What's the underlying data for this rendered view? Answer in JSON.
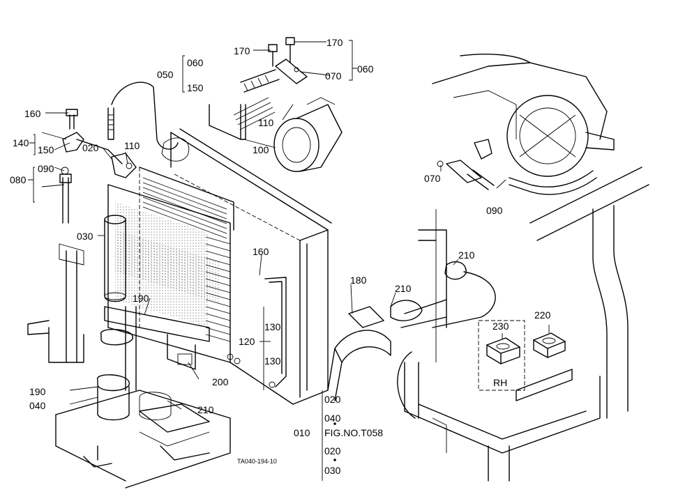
{
  "callouts": {
    "c170a": "170",
    "c170b": "170",
    "c060top": "060",
    "c050": "050",
    "c060b": "060",
    "c150a": "150",
    "c070a": "070",
    "c110a": "110",
    "c100": "100",
    "c160a": "160",
    "c140": "140",
    "c150b": "150",
    "c020a": "020",
    "c110b": "110",
    "c090a": "090",
    "c080": "080",
    "c030a": "030",
    "c160b": "160",
    "c190a": "190",
    "c130a": "130",
    "c120": "120",
    "c130b": "130",
    "c180": "180",
    "c210a": "210",
    "c210b": "210",
    "c070b": "070",
    "c090b": "090",
    "c230": "230",
    "c220": "220",
    "crh": "RH",
    "c200": "200",
    "c190b": "190",
    "c040a": "040",
    "c210c": "210",
    "c020b": "020",
    "c040b": "040",
    "c010": "010",
    "cfig": "FIG.NO.T058",
    "c020c": "020",
    "c030b": "030"
  },
  "drawing_code": "TA040-194-10"
}
